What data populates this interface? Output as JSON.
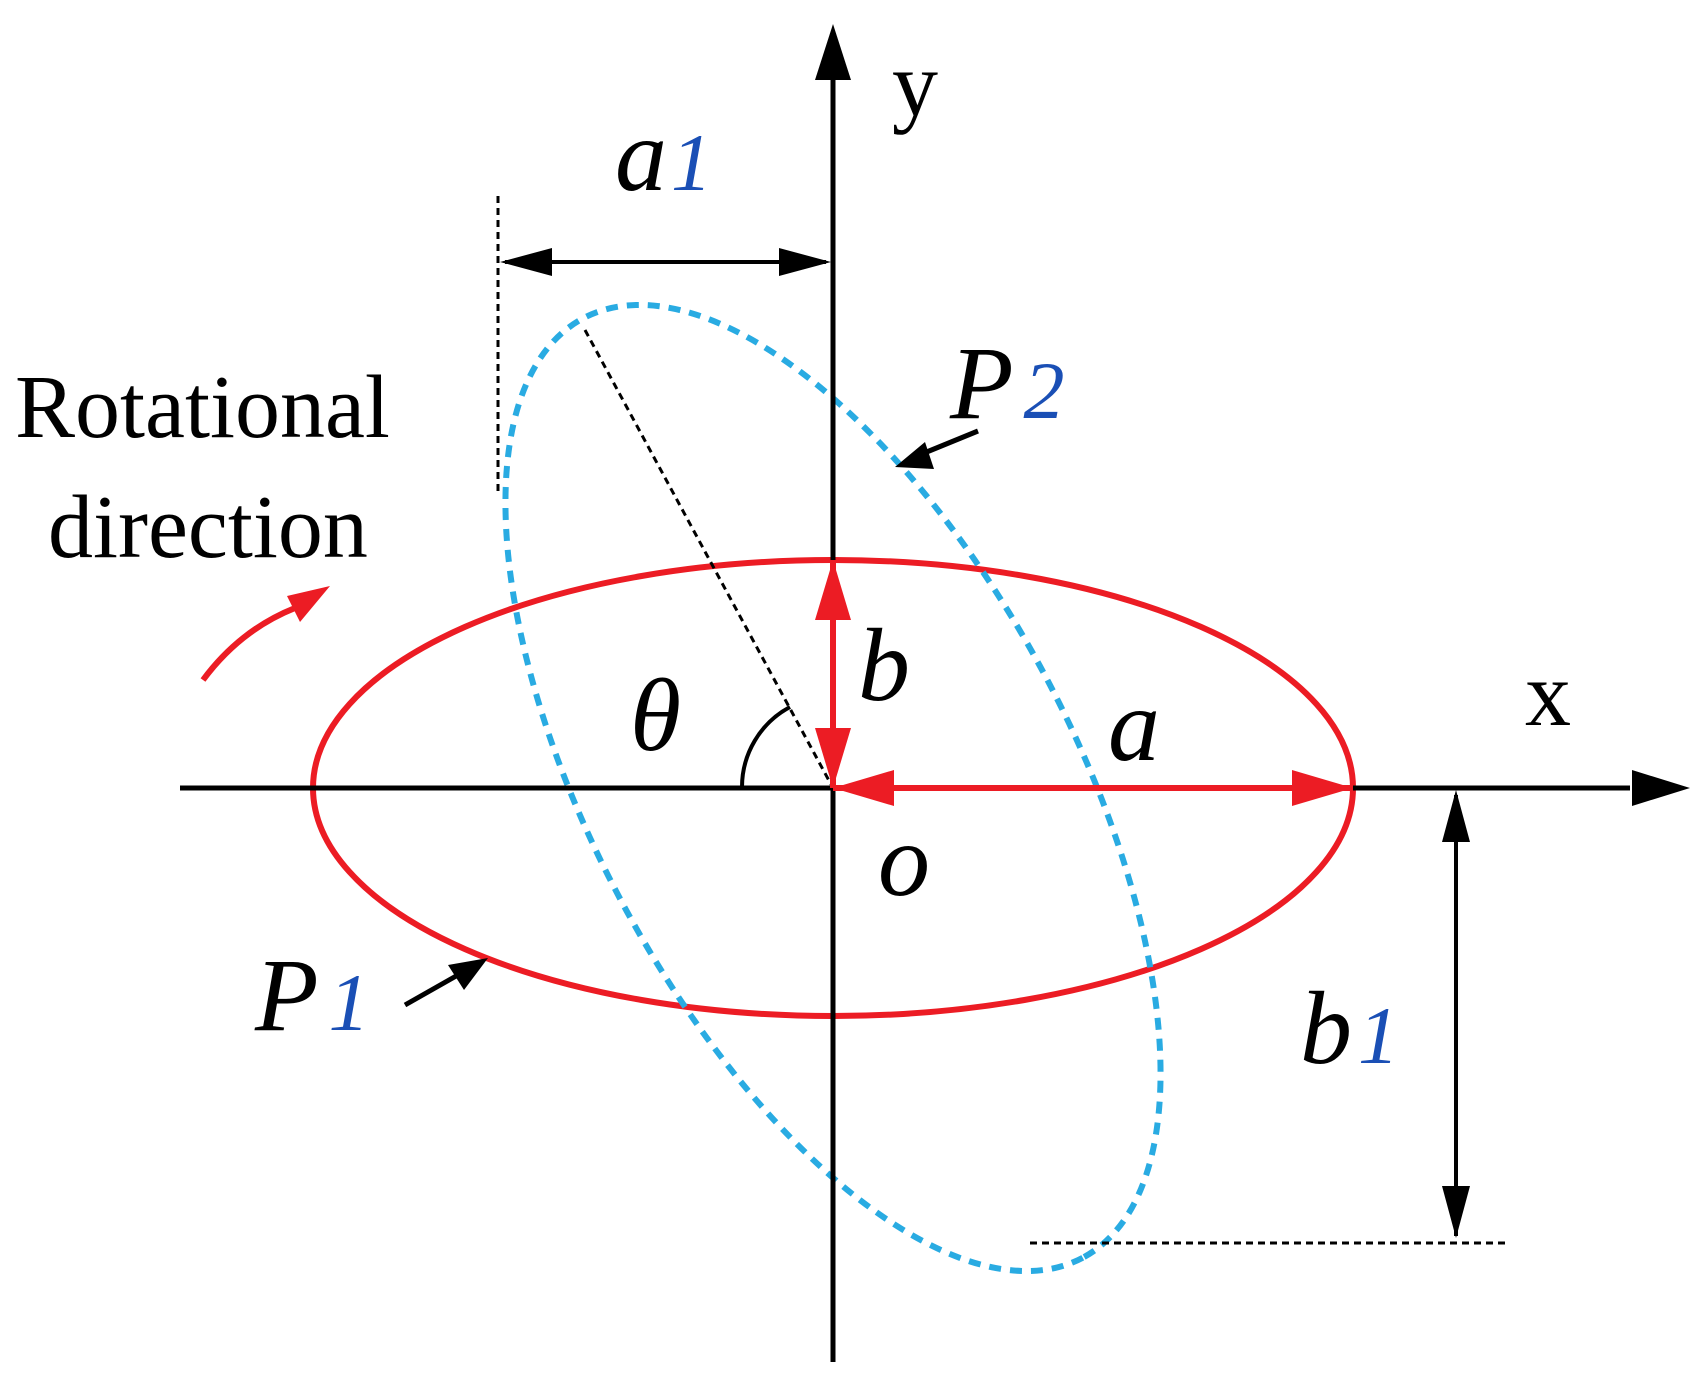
{
  "colors": {
    "ellipse_p1": "#ec1c24",
    "ellipse_p2": "#29abe2",
    "axes": "#000000",
    "dimension": "#000000",
    "subscript_1": "#1a4fb5",
    "subscript_2": "#1a4fb5",
    "subscript_accent": "#f0a020"
  },
  "rotation": {
    "line1": "Rotational",
    "line2": "direction"
  },
  "axes": {
    "x_label": "x",
    "y_label": "y",
    "origin_label": "o"
  },
  "ellipse_p1": {
    "label_main": "P",
    "label_sub": "1",
    "semi_major_label": "a",
    "semi_minor_label": "b"
  },
  "ellipse_p2": {
    "label_main": "P",
    "label_sub": "2"
  },
  "angle": {
    "label": "θ"
  },
  "dimension_a1": {
    "label_main": "a",
    "label_sub": "1"
  },
  "dimension_b1": {
    "label_main": "b",
    "label_sub": "1"
  }
}
